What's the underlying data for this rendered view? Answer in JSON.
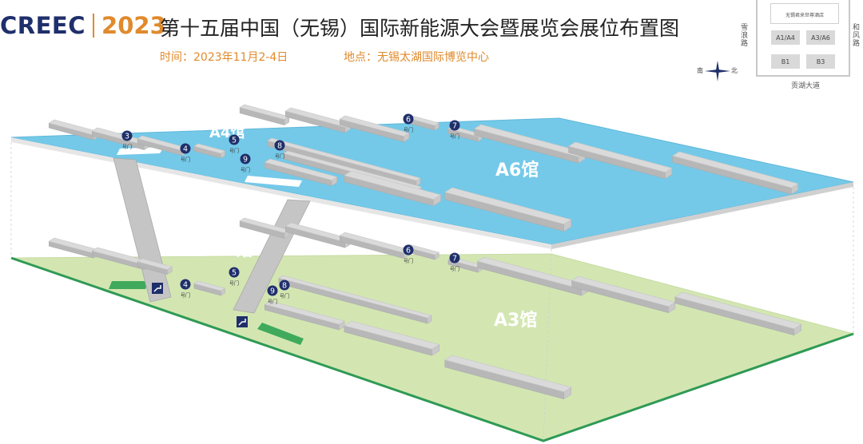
{
  "header": {
    "logo_brand": "CREEC",
    "logo_year": "2023",
    "title": "第十五届中国（无锡）国际新能源大会暨展览会展位布置图",
    "date_line": "时间：2023年11月2-4日",
    "venue_line": "地点：无锡太湖国际博览中心"
  },
  "halls": {
    "upper_left": "A4馆",
    "upper_right": "A6馆",
    "lower_left": "A1馆",
    "lower_right": "A3馆"
  },
  "gates": {
    "door_label": "号门",
    "numbers": [
      "3",
      "4",
      "5",
      "6",
      "7",
      "8",
      "9"
    ]
  },
  "minimap": {
    "hotel": "无锡君来世尊酒店",
    "hall_a1a4": "A1/A4",
    "hall_a3a6": "A3/A6",
    "hall_b1": "B1",
    "hall_b3": "B3",
    "road_left": "雪浪路",
    "road_right": "和风路",
    "road_bottom": "贡湖大道",
    "compass_south": "南",
    "compass_north": "北"
  },
  "colors": {
    "upper_floor": "#74c9e8",
    "lower_floor": "#d3e6b2",
    "floor_edge_green": "#2f9a55",
    "booth": "#dadada",
    "gate_badge": "#1f2f6b",
    "accent_orange": "#e08a2c"
  }
}
